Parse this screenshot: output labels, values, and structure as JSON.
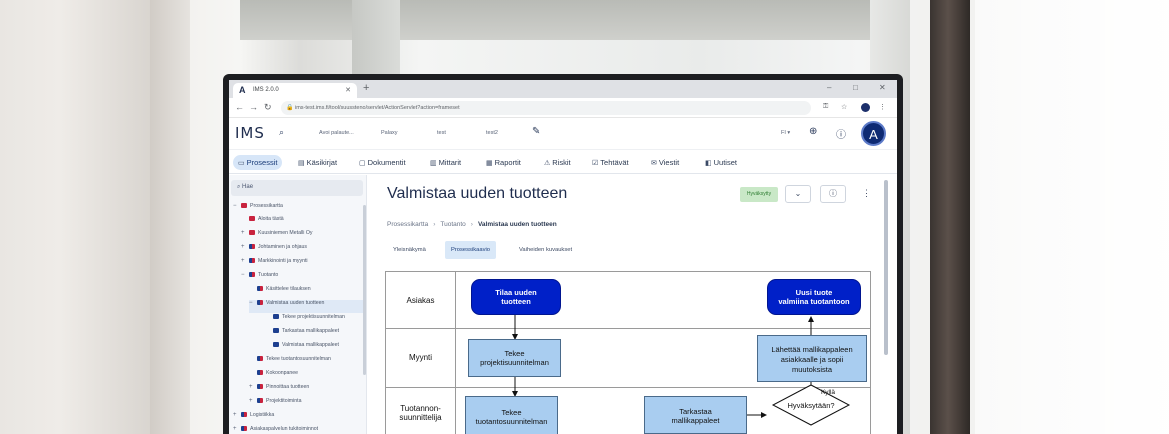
{
  "browser": {
    "tab_title": "IMS 2.0.0",
    "tab_logo": "A",
    "url": "ims-test.ims.fi/tool/suussteno/servlet/ActionServlet?action=frameset",
    "window_controls": [
      "–",
      "□",
      "✕"
    ]
  },
  "header": {
    "logo": "IMS",
    "links": [
      "Avoi palaute...",
      "Palaxy",
      "test",
      "test2"
    ],
    "language": "FI ▾",
    "avatar_letter": "A"
  },
  "nav": {
    "items": [
      {
        "label": "Prosessit",
        "icon": "▭",
        "active": true
      },
      {
        "label": "Käsikirjat",
        "icon": "▤"
      },
      {
        "label": "Dokumentit",
        "icon": "▢"
      },
      {
        "label": "Mittarit",
        "icon": "▥"
      },
      {
        "label": "Raportit",
        "icon": "▦"
      },
      {
        "label": "Riskit",
        "icon": "⚠"
      },
      {
        "label": "Tehtävät",
        "icon": "☑"
      },
      {
        "label": "Viestit",
        "icon": "✉"
      },
      {
        "label": "Uutiset",
        "icon": "◧"
      }
    ]
  },
  "sidebar": {
    "search_placeholder": "Hae",
    "tree": [
      {
        "label": "Prosessikartta",
        "toggle": "−",
        "bullet": "red"
      },
      {
        "label": "Aloita tästä",
        "toggle": "",
        "bullet": "red"
      },
      {
        "label": "Kuusiniemen Metalli Oy",
        "toggle": "+",
        "bullet": "red"
      },
      {
        "label": "Johtaminen ja ohjaus",
        "toggle": "+",
        "bullet": "duo"
      },
      {
        "label": "Markkinointi ja myynti",
        "toggle": "+",
        "bullet": "duo"
      },
      {
        "label": "Tuotanto",
        "toggle": "−",
        "bullet": "duo"
      },
      {
        "label": "Käsittelee tilauksen",
        "toggle": "",
        "bullet": "duo"
      },
      {
        "label": "Valmistaa uuden tuotteen",
        "toggle": "−",
        "bullet": "duo",
        "selected": true
      },
      {
        "label": "Tekee projektisuunnitelman",
        "toggle": "",
        "bullet": "blue"
      },
      {
        "label": "Tarkastaa mallikappaleet",
        "toggle": "",
        "bullet": "blue"
      },
      {
        "label": "Valmistaa mallikappaleet",
        "toggle": "",
        "bullet": "blue"
      },
      {
        "label": "Tekee tuotantosuunnitelman",
        "toggle": "",
        "bullet": "duo"
      },
      {
        "label": "Kokoonpanee",
        "toggle": "",
        "bullet": "duo"
      },
      {
        "label": "Pinnoittaa tuotteen",
        "toggle": "+",
        "bullet": "duo"
      },
      {
        "label": "Projektitoiminta",
        "toggle": "+",
        "bullet": "duo"
      },
      {
        "label": "Logistiikka",
        "toggle": "+",
        "bullet": "duo"
      },
      {
        "label": "Asiakaspalvelun tukitoiminnot",
        "toggle": "+",
        "bullet": "duo"
      }
    ]
  },
  "content": {
    "title": "Valmistaa uuden tuotteen",
    "status_badge": "Hyväksytty",
    "breadcrumb": [
      "Prosessikartta",
      "Tuotanto",
      "Valmistaa uuden tuotteen"
    ],
    "tabs": [
      {
        "label": "Yleisnäkymä"
      },
      {
        "label": "Prosessikaavio",
        "active": true
      },
      {
        "label": "Vaiheiden kuvaukset"
      }
    ]
  },
  "diagram": {
    "lanes": [
      "Asiakas",
      "Myynti",
      "Tuotannon-\nsuunnittelija"
    ],
    "nodes": {
      "start": "Tilaa uuden\ntuotteen",
      "end": "Uusi tuote\nvalmiina tuotantoon",
      "project_plan": "Tekee\nprojektisuunnitelman",
      "send_samples": "Lähettää mallikappaleen\nasiakkaalle ja sopii\nmuutoksista",
      "production_plan": "Tekee\ntuotantosuunnitelman",
      "inspect": "Tarkastaa\nmallikappaleet",
      "decision": "Hyväksytään?"
    },
    "yes_label": "Kyllä"
  },
  "colors": {
    "event_fill": "#0020c8",
    "task_fill": "#a9cdf0",
    "brand_navy": "#0e2a73",
    "status_green": "#c9e8c7"
  }
}
